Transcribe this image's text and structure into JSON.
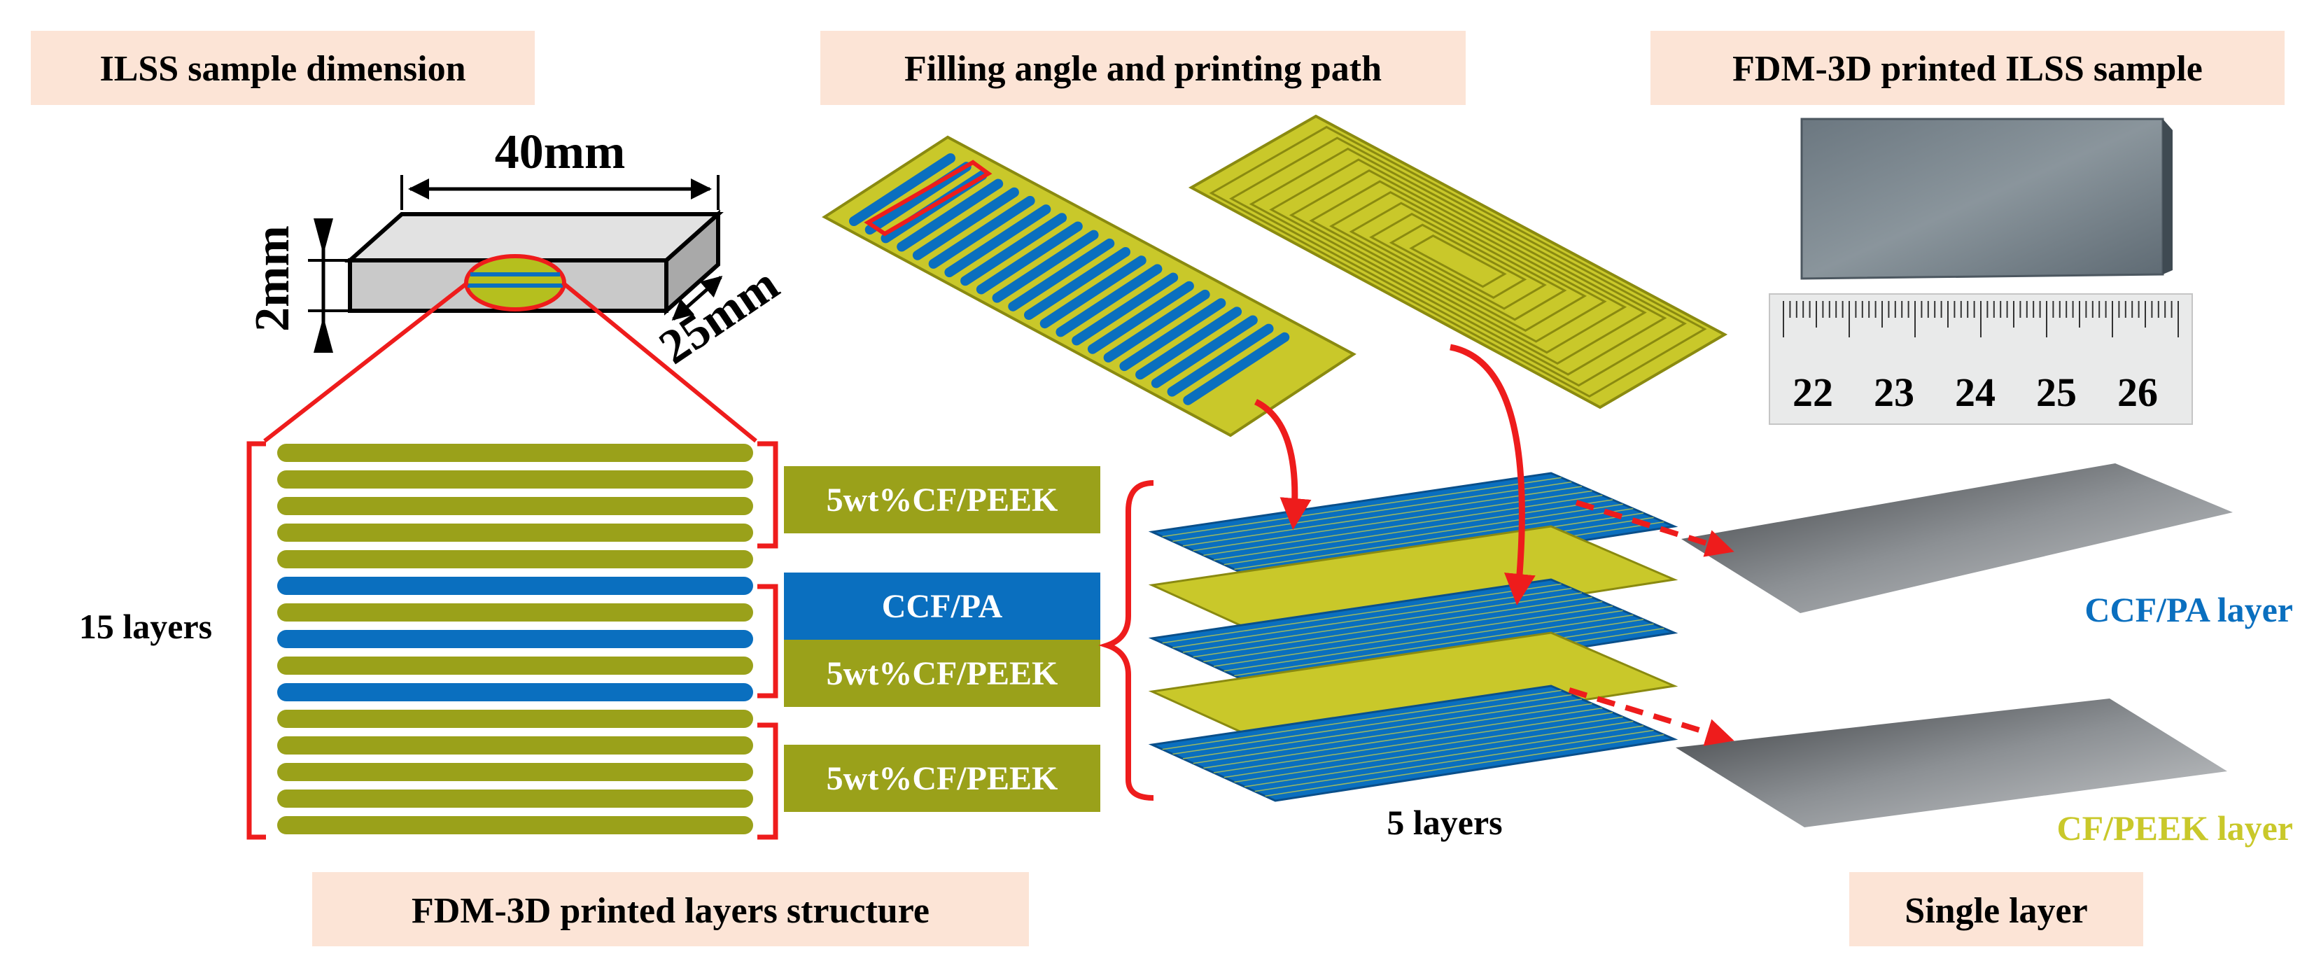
{
  "titles": {
    "ilss_dimension": "ILSS sample dimension",
    "filling": "Filling angle and printing path",
    "fdm_sample": "FDM-3D printed ILSS sample",
    "layers_structure": "FDM-3D printed layers structure",
    "single_layer": "Single layer"
  },
  "dimensions": {
    "length": "40mm",
    "height": "2mm",
    "width": "25mm"
  },
  "layers": {
    "total_label": "15 layers",
    "group_top": "5wt%CF/PEEK",
    "group_mid_a": "CCF/PA",
    "group_mid_b": "5wt%CF/PEEK",
    "group_bottom": "5wt%CF/PEEK",
    "stack_label": "5 layers"
  },
  "ruler": {
    "ticks": [
      "22",
      "23",
      "24",
      "25",
      "26"
    ]
  },
  "single_layer_labels": {
    "ccf_pa": "CCF/PA layer",
    "cf_peek": "CF/PEEK layer"
  },
  "colors": {
    "peek_olive": "#9aa11a",
    "ccf_blue": "#0a6fbf",
    "arrow_red": "#ee1c1c",
    "title_bg": "#fce4d6",
    "print_yellow": "#c9c82a"
  },
  "icons": [
    "arrow-icon",
    "dashed-arrow-icon",
    "curved-arrow-icon",
    "brace-icon"
  ]
}
